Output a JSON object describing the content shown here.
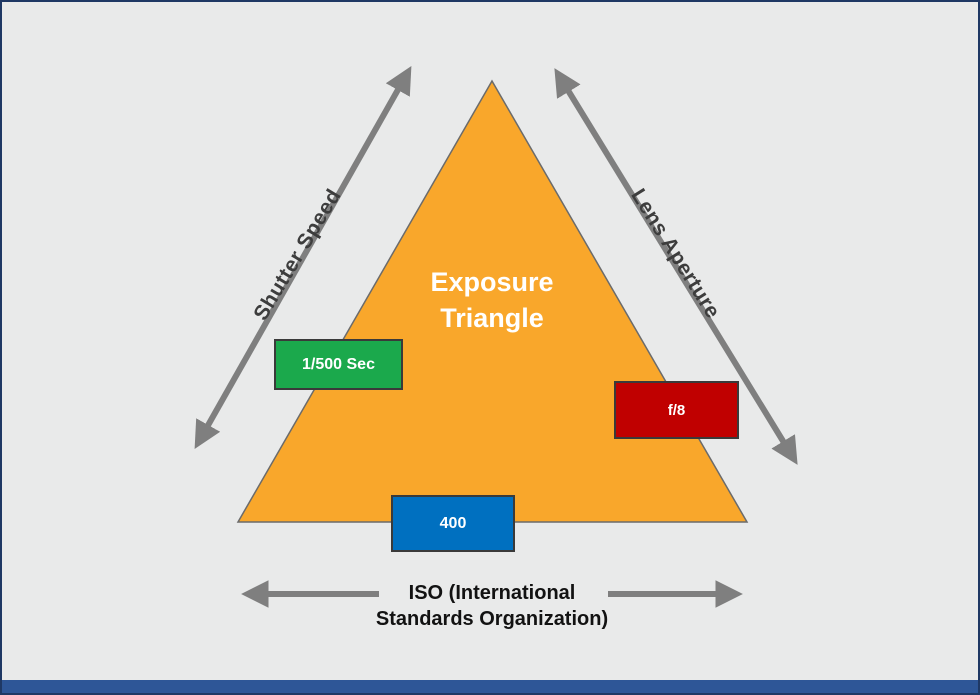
{
  "diagram": {
    "title": "Exposure\nTriangle",
    "axes": {
      "shutter_speed": {
        "label": "Shutter Speed",
        "value": "1/500 Sec"
      },
      "lens_aperture": {
        "label": "Lens Aperture",
        "value": "f/8"
      },
      "iso": {
        "label": "ISO (International\nStandards Organization)",
        "value": "400"
      }
    },
    "colors": {
      "triangle": "#f9a72b",
      "triangle_stroke": "#6b6b6b",
      "shutter_box": "#1ba94c",
      "aperture_box": "#c00000",
      "iso_box": "#0070c0",
      "arrow": "#7f7f7f",
      "background": "#e9eaea",
      "border": "#1f3864",
      "bottom_bar": "#2e5697"
    }
  }
}
